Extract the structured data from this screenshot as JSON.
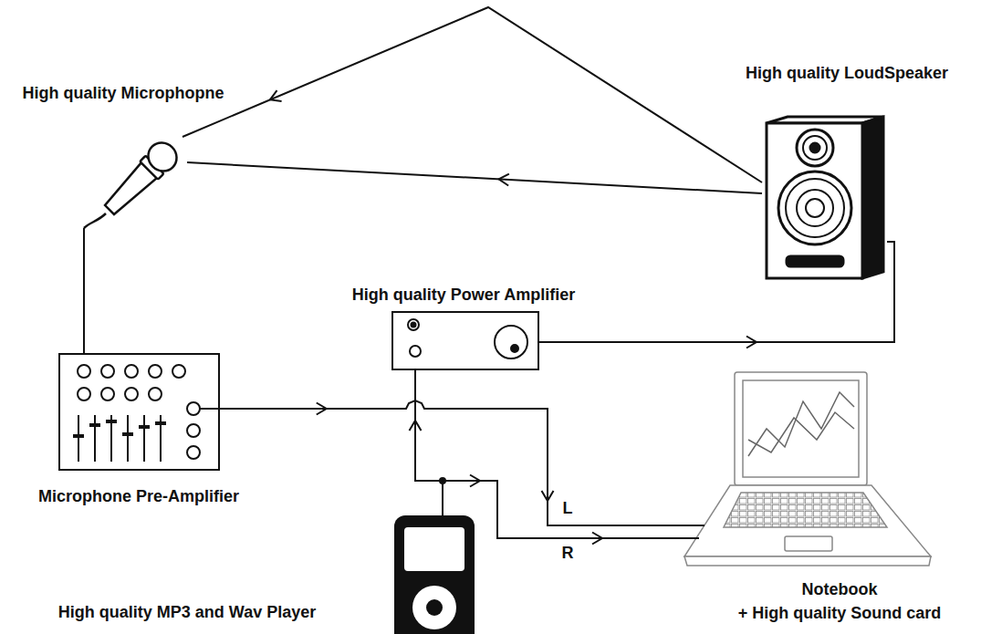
{
  "diagram": {
    "nodes": [
      {
        "text": [
          "High quality Microphopne"
        ]
      },
      {
        "text": [
          "High quality LoudSpeaker"
        ]
      },
      {
        "text": [
          "High quality Power Amplifier"
        ]
      },
      {
        "text": [
          "Microphone Pre-Amplifier"
        ]
      },
      {
        "text": [
          "High quality MP3 and Wav Player"
        ]
      },
      {
        "text": [
          "Notebook",
          "+ High quality Sound card"
        ]
      }
    ],
    "edges": [
      {
        "from": 1,
        "to": 0,
        "arrow": "to"
      },
      {
        "from": 1,
        "to": 0,
        "arrow": "to"
      },
      {
        "from": 0,
        "to": 3,
        "arrow": "none"
      },
      {
        "from": 3,
        "to": 5,
        "arrow": "to"
      },
      {
        "from": 4,
        "to": 2,
        "arrow": "to"
      },
      {
        "from": 4,
        "to": 5,
        "arrow": "to"
      },
      {
        "from": 2,
        "to": 1,
        "arrow": "to"
      }
    ],
    "labels": [
      "L",
      "R"
    ]
  }
}
